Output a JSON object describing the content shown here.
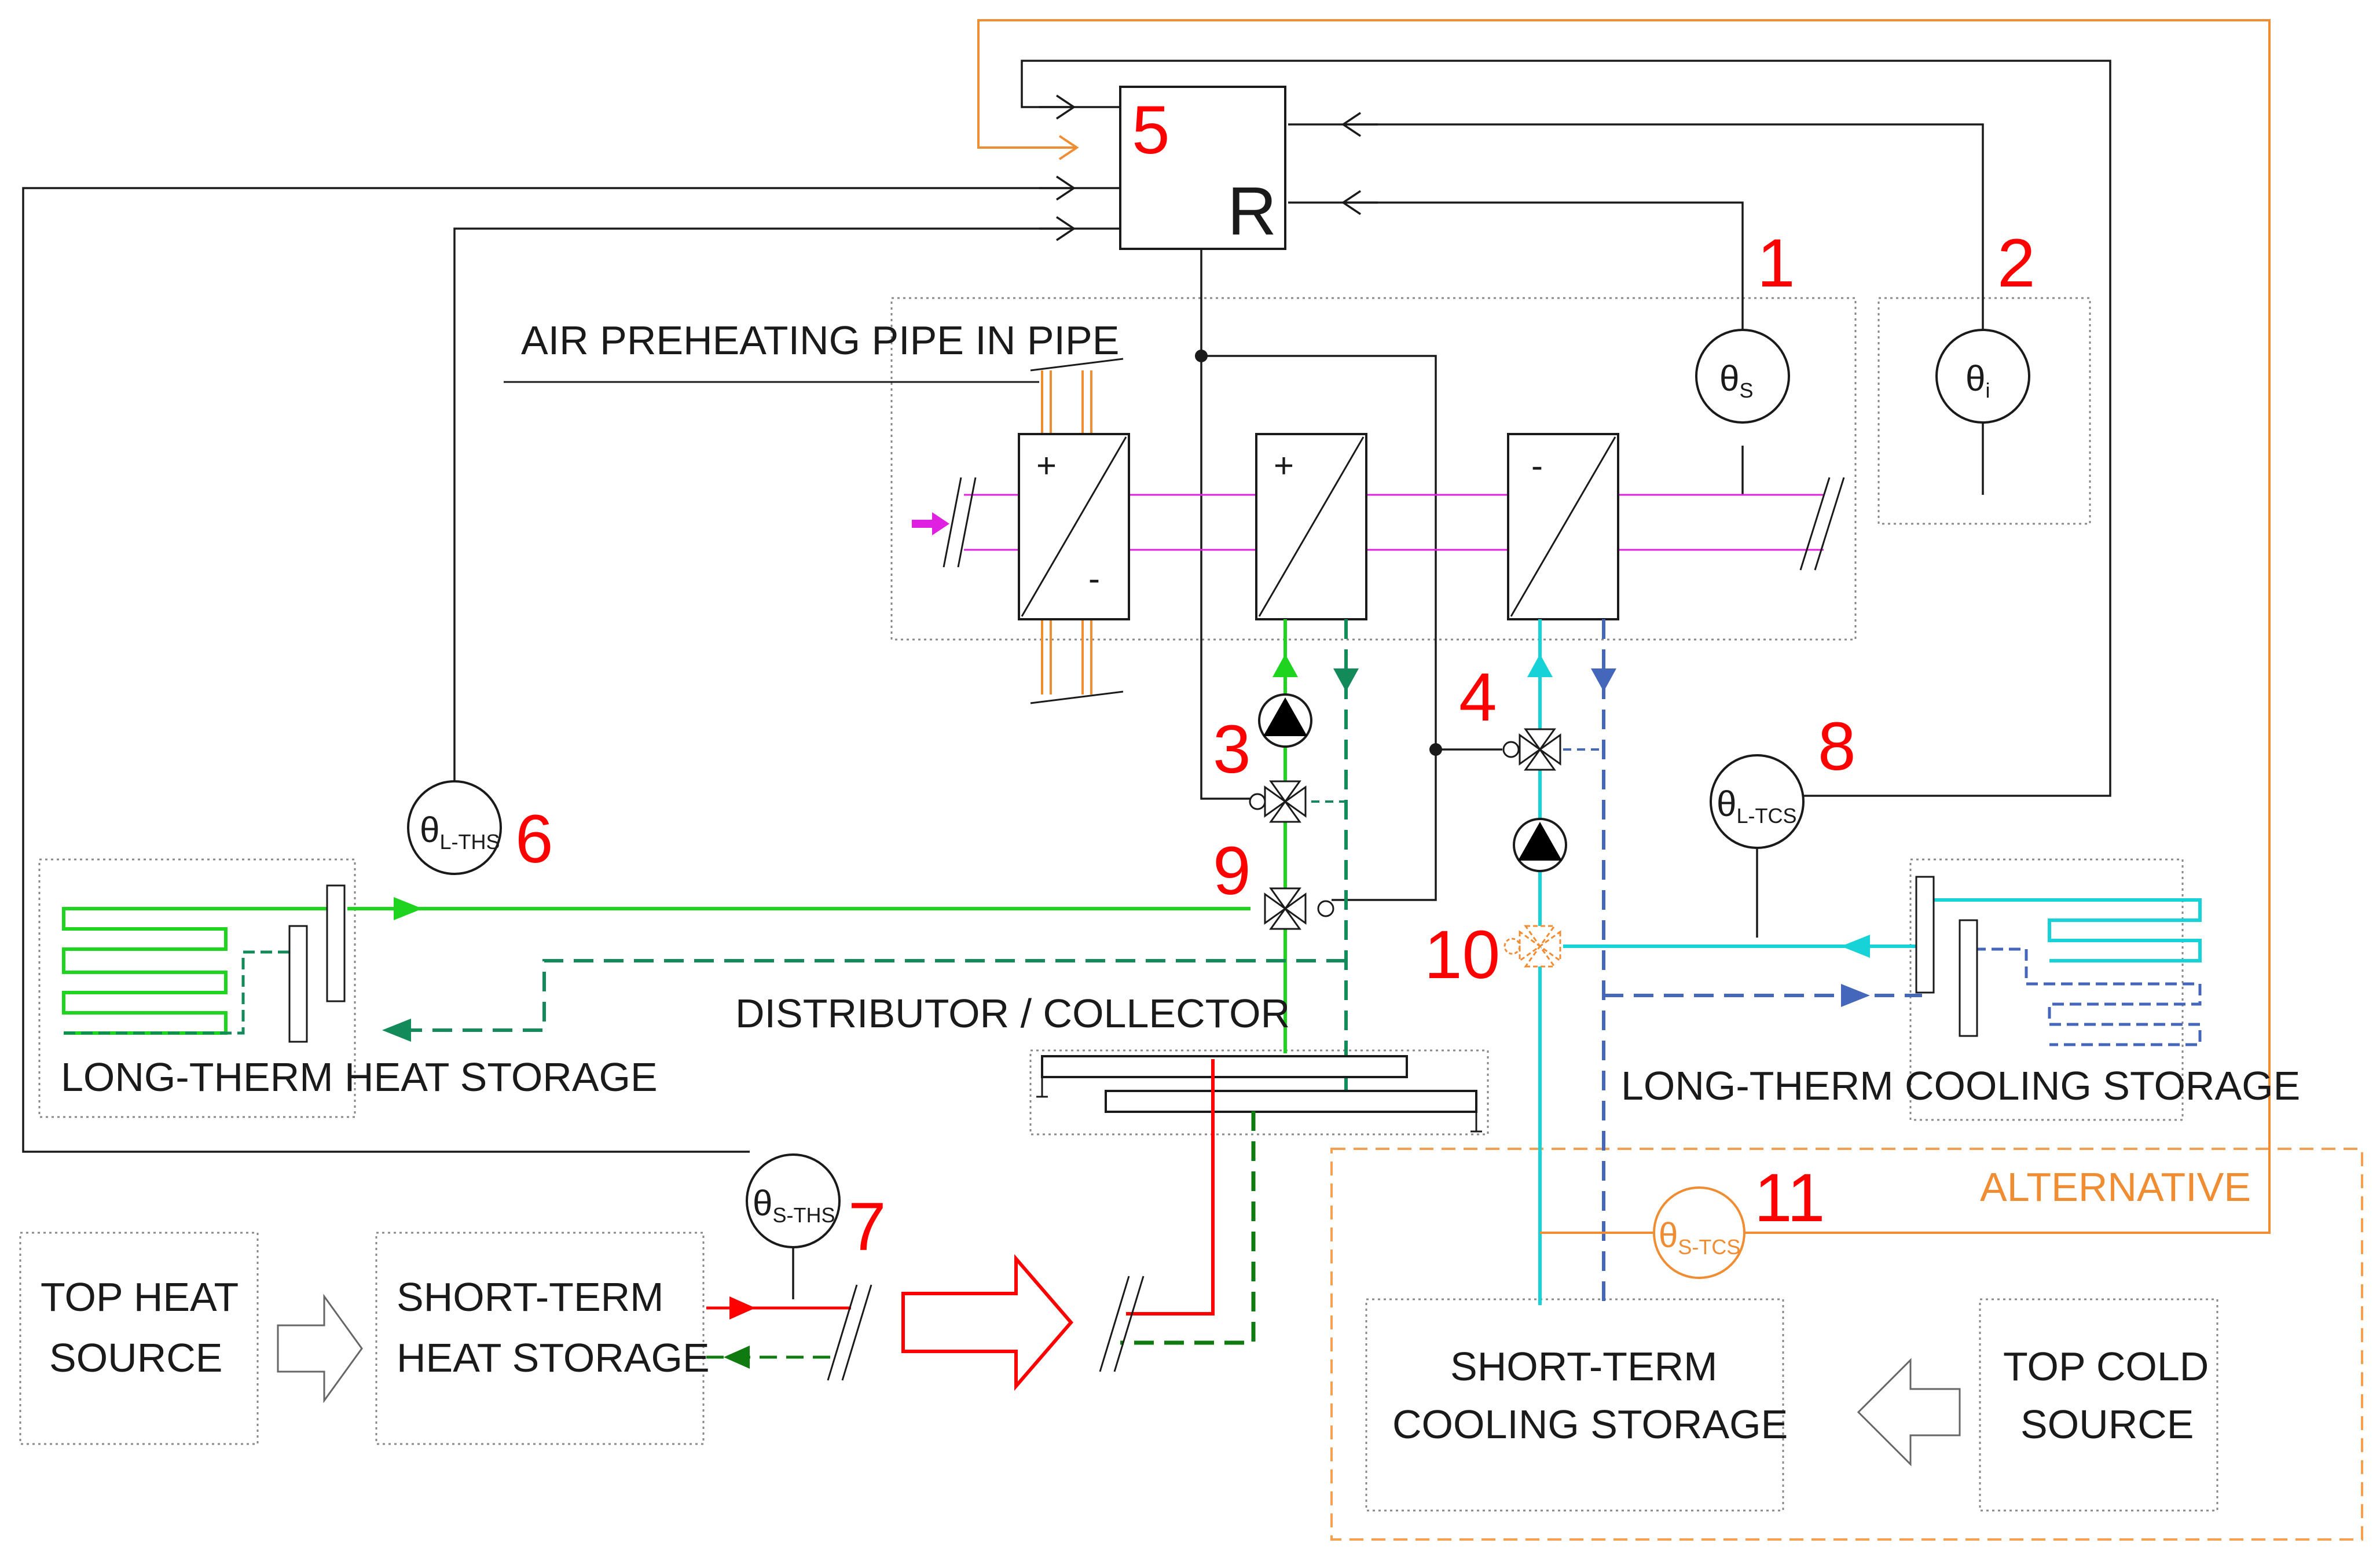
{
  "controller": {
    "number": "5",
    "symbol": "R"
  },
  "labels": {
    "air_preheating": "AIR PREHEATING PIPE IN PIPE",
    "distributor": "DISTRIBUTOR / COLLECTOR",
    "long_heat": "LONG-THERM HEAT STORAGE",
    "long_cool": "LONG-THERM COOLING STORAGE",
    "alternative": "ALTERNATIVE",
    "top_heat_1": "TOP HEAT",
    "top_heat_2": "SOURCE",
    "short_heat_1": "SHORT-TERM",
    "short_heat_2": "HEAT STORAGE",
    "short_cool_1": "SHORT-TERM",
    "short_cool_2": "COOLING STORAGE",
    "top_cold_1": "TOP COLD",
    "top_cold_2": "SOURCE"
  },
  "sensors": {
    "s1": {
      "number": "1",
      "symbol": "θ",
      "sub": "S"
    },
    "s2": {
      "number": "2",
      "symbol": "θ",
      "sub": "i"
    },
    "s6": {
      "number": "6",
      "symbol": "θ",
      "sub": "L-THS"
    },
    "s7": {
      "number": "7",
      "symbol": "θ",
      "sub": "S-THS"
    },
    "s8": {
      "number": "8",
      "symbol": "θ",
      "sub": "L-TCS"
    },
    "s11": {
      "number": "11",
      "symbol": "θ",
      "sub": "S-TCS"
    }
  },
  "components": {
    "pump_valve_3": "3",
    "valve_4": "4",
    "valve_9": "9",
    "valve_10": "10"
  },
  "exchangers": {
    "hx1_top": "+",
    "hx1_bottom": "-",
    "hx2_top": "+",
    "hx3_top": "-"
  },
  "colors": {
    "hot_supply": "#1ed41e",
    "hot_return": "#138a5a",
    "cold_supply": "#17d3d8",
    "cold_return": "#4466bb",
    "short_hot": "#ff0000",
    "short_hot_return": "#0f7a0f",
    "air": "#e020e0",
    "preheat": "#f08c32",
    "alternative": "#f5a050",
    "control": "#1a1a1a",
    "numbers": "#ff0000"
  }
}
